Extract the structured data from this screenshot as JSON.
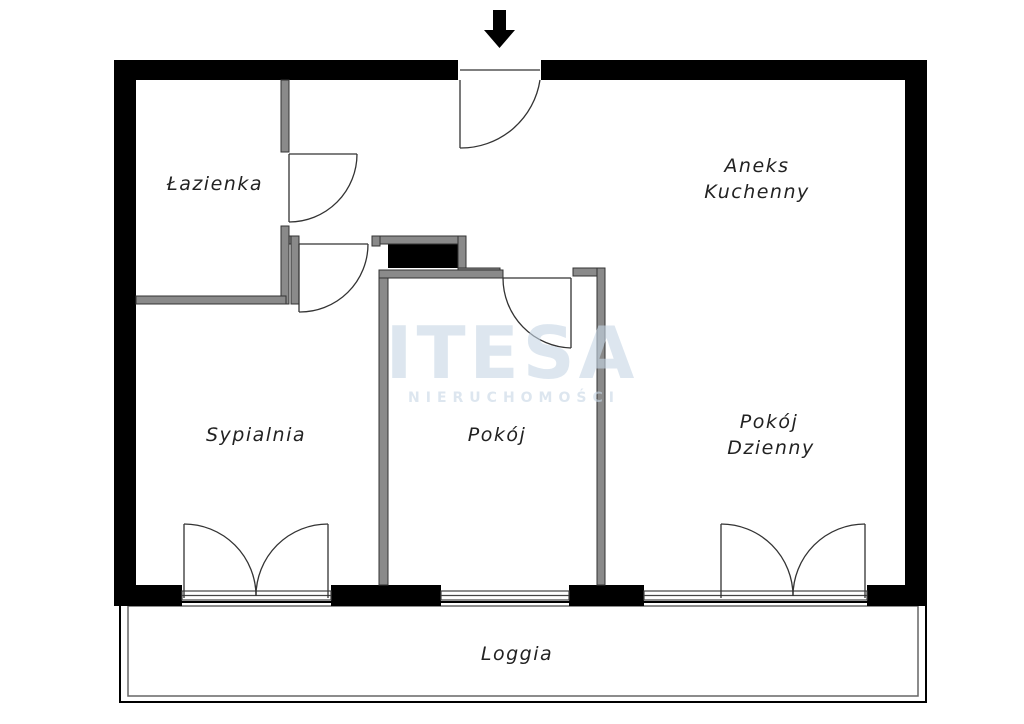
{
  "rooms": {
    "lazienka": "Łazienka",
    "aneks_line1": "Aneks",
    "aneks_line2": "Kuchenny",
    "sypialnia": "Sypialnia",
    "pokoj": "Pokój",
    "pokoj_dzienny_line1": "Pokój",
    "pokoj_dzienny_line2": "Dzienny",
    "loggia": "Loggia"
  },
  "watermark": {
    "brand": "ITESA",
    "tagline": "NIERUCHOMOŚCI"
  },
  "colors": {
    "exterior_wall": "#000000",
    "interior_wall": "#8a8a8a",
    "door_line": "#333333",
    "background": "#ffffff"
  },
  "icons": {
    "entrance": "arrow-down-icon"
  }
}
